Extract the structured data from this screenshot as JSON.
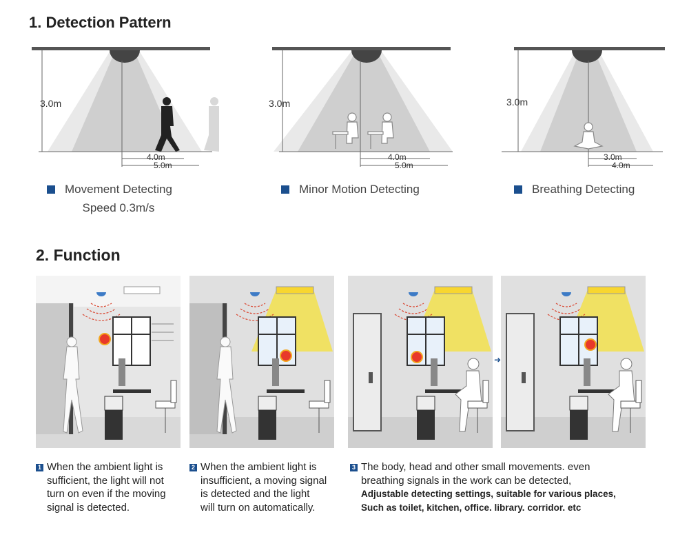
{
  "section1": {
    "title": "1. Detection Pattern",
    "patterns": [
      {
        "height": "3.0m",
        "inner": "4.0m",
        "outer": "5.0m",
        "label": "Movement Detecting",
        "label2": "Speed 0.3m/s"
      },
      {
        "height": "3.0m",
        "inner": "4.0m",
        "outer": "5.0m",
        "label": "Minor Motion Detecting"
      },
      {
        "height": "3.0m",
        "inner": "3.0m",
        "outer": "4.0m",
        "label": "Breathing Detecting"
      }
    ]
  },
  "section2": {
    "title": "2. Function",
    "captions": [
      {
        "num": "1",
        "lines": [
          "When the ambient light is",
          "sufficient, the light will not",
          "turn on even if the moving",
          "signal is detected."
        ]
      },
      {
        "num": "2",
        "lines": [
          "When the ambient light is",
          "insufficient, a moving signal",
          "is detected and the light",
          "will turn on automatically."
        ]
      },
      {
        "num": "3",
        "lines": [
          "The body, head and other small movements. even",
          "breathing signals in the work can be detected,",
          "Adjustable detecting settings, suitable for various places,",
          "Such as toilet, kitchen, office. library. corridor. etc"
        ]
      }
    ]
  },
  "colors": {
    "accent": "#1b4f8e",
    "beam": "#f6e23a",
    "sun": "#e8392a"
  }
}
